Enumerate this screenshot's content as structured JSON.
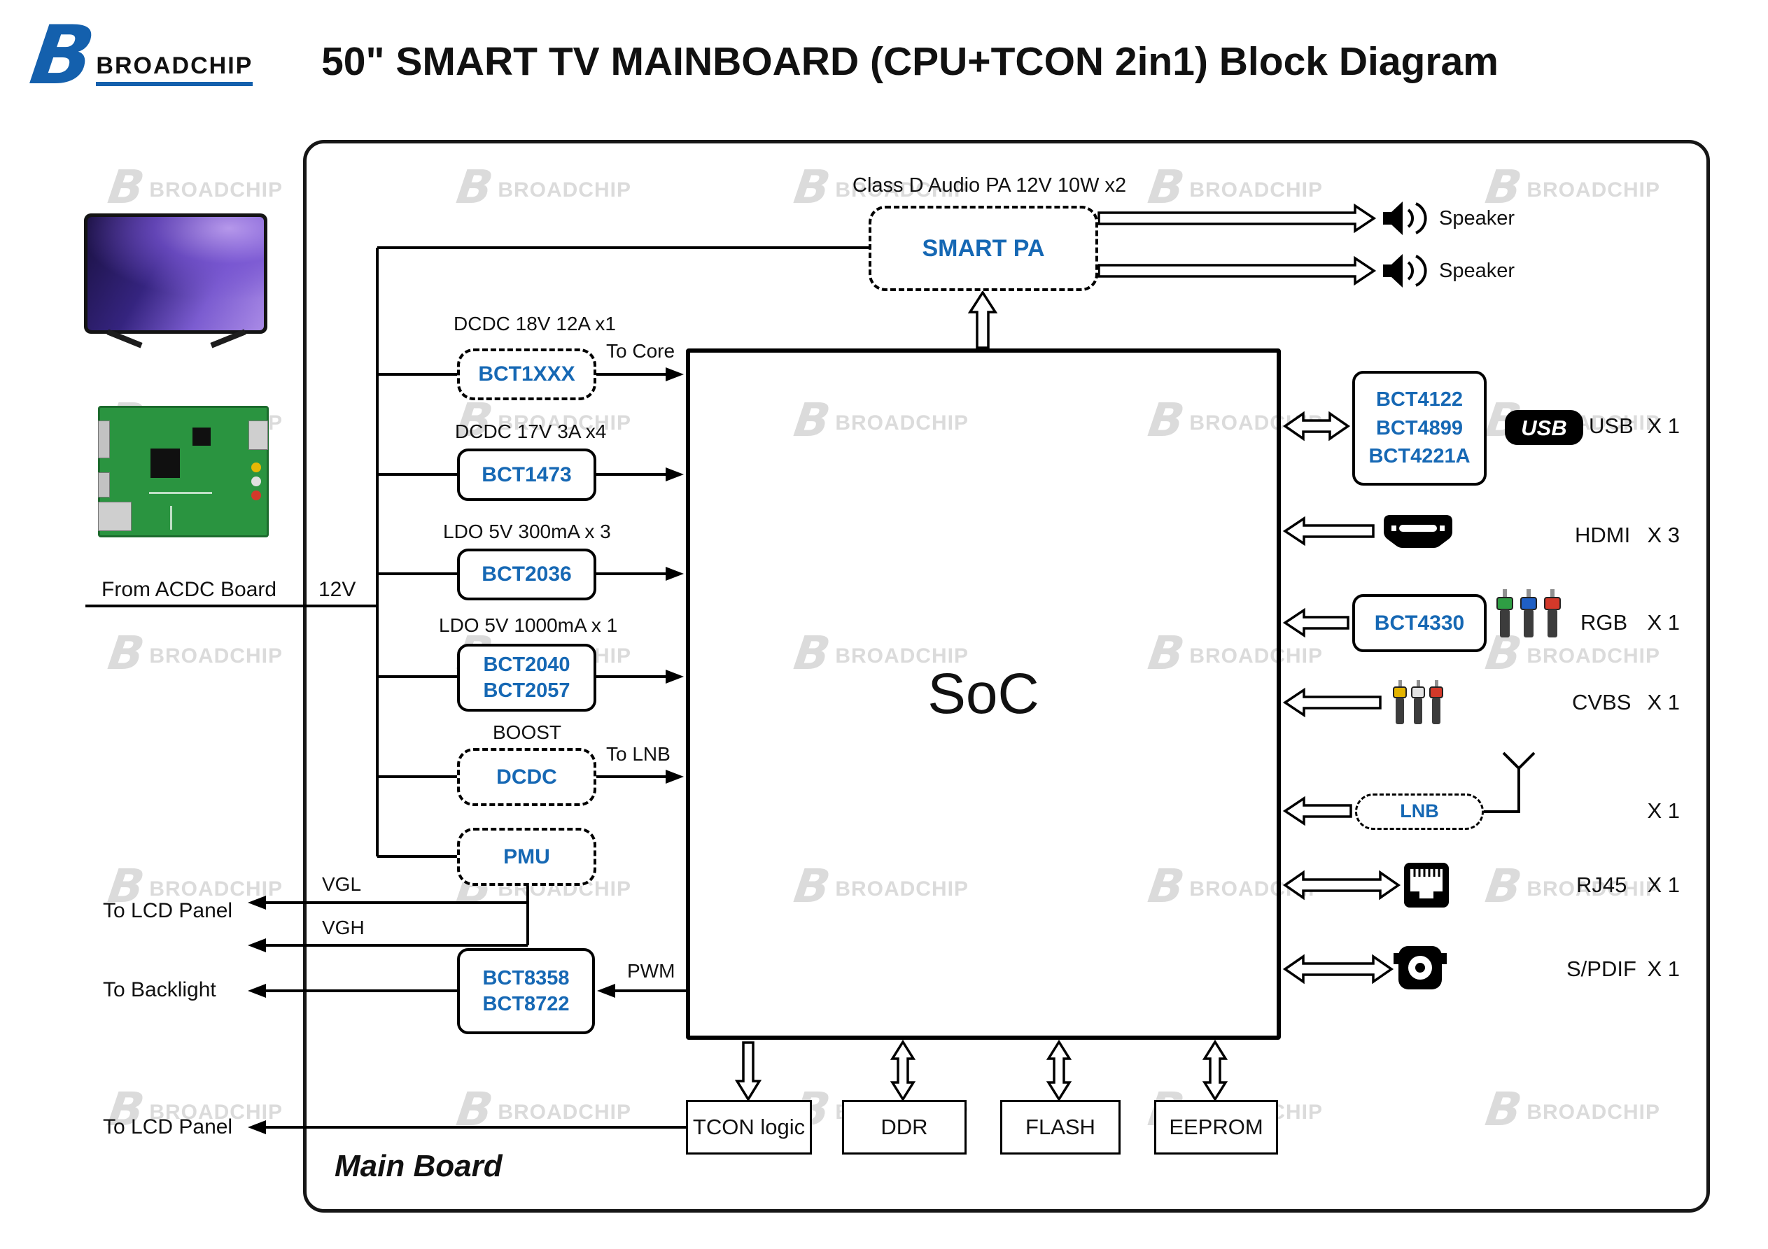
{
  "logo": {
    "letter": "B",
    "brand": "BROADCHIP"
  },
  "title": "50\" SMART TV MAINBOARD (CPU+TCON 2in1) Block Diagram",
  "watermark": {
    "letter": "B",
    "text": "BROADCHIP"
  },
  "colors": {
    "accent": "#1668b4",
    "logo_blue": "#1460ad",
    "watermark": "#dbdbdb",
    "pcb_green": "#2a9440"
  },
  "board": {
    "label": "Main Board"
  },
  "power": {
    "source_label": "From ACDC Board",
    "voltage": "12V",
    "blocks": [
      {
        "caption": "DCDC 18V 12A x1",
        "lines": [
          "BCT1XXX"
        ],
        "note": "To Core"
      },
      {
        "caption": "DCDC 17V 3A x4",
        "lines": [
          "BCT1473"
        ]
      },
      {
        "caption": "LDO 5V 300mA x 3",
        "lines": [
          "BCT2036"
        ]
      },
      {
        "caption": "LDO 5V 1000mA x 1",
        "lines": [
          "BCT2040",
          "BCT2057"
        ]
      },
      {
        "caption": "BOOST",
        "lines": [
          "DCDC"
        ],
        "note": "To LNB"
      },
      {
        "caption": "",
        "lines": [
          "PMU"
        ]
      }
    ]
  },
  "audio": {
    "caption": "Class D Audio PA  12V 10W x2",
    "block": "SMART PA",
    "speaker1": "Speaker",
    "speaker2": "Speaker"
  },
  "soc": "SoC",
  "backlight": {
    "lines": [
      "BCT8358",
      "BCT8722"
    ],
    "pwm": "PWM",
    "label": "To Backlight"
  },
  "lcd": {
    "vgl": "VGL",
    "vgh": "VGH",
    "upper_label": "To LCD Panel",
    "lower_label": "To LCD Panel"
  },
  "bottom_blocks": [
    "TCON logic",
    "DDR",
    "FLASH",
    "EEPROM"
  ],
  "right": {
    "usb_block": [
      "BCT4122",
      "BCT4899",
      "BCT4221A"
    ],
    "rgb_block": "BCT4330",
    "lnb_block": "LNB",
    "usb_logo": "USB",
    "ports": [
      {
        "name": "USB",
        "count": "X 1"
      },
      {
        "name": "HDMI",
        "count": "X 3"
      },
      {
        "name": "RGB",
        "count": "X 1"
      },
      {
        "name": "CVBS",
        "count": "X 1"
      },
      {
        "name": "",
        "count": "X 1"
      },
      {
        "name": "RJ45",
        "count": "X 1"
      },
      {
        "name": "S/PDIF",
        "count": "X 1"
      }
    ]
  }
}
